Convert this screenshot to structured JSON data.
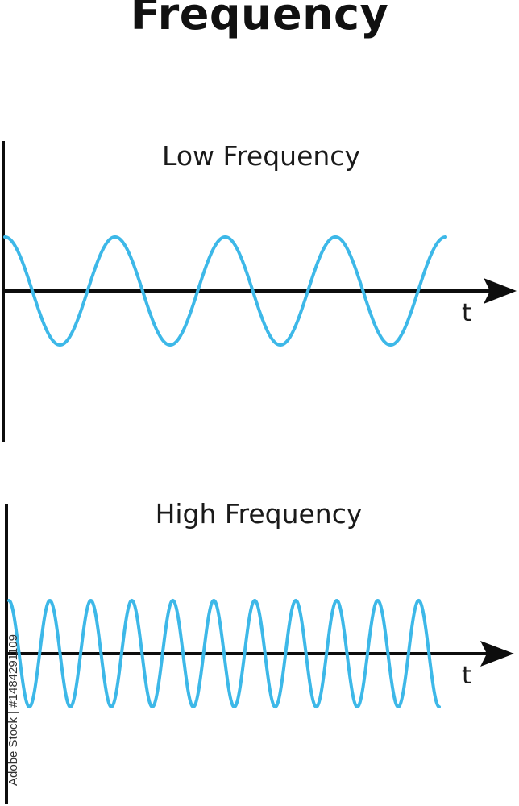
{
  "title": "Frequency",
  "colors": {
    "wave": "#3db8e8",
    "axis": "#0d0d0d",
    "text": "#1a1a1a"
  },
  "panels": [
    {
      "id": "low",
      "title": "Low Frequency",
      "x_axis_label": "t",
      "cycles": 4,
      "wave_shape": "cosine"
    },
    {
      "id": "high",
      "title": "High Frequency",
      "x_axis_label": "t",
      "cycles": 10.5,
      "wave_shape": "cosine"
    }
  ],
  "watermark": {
    "text": "Adobe Stock | #1484291109"
  }
}
